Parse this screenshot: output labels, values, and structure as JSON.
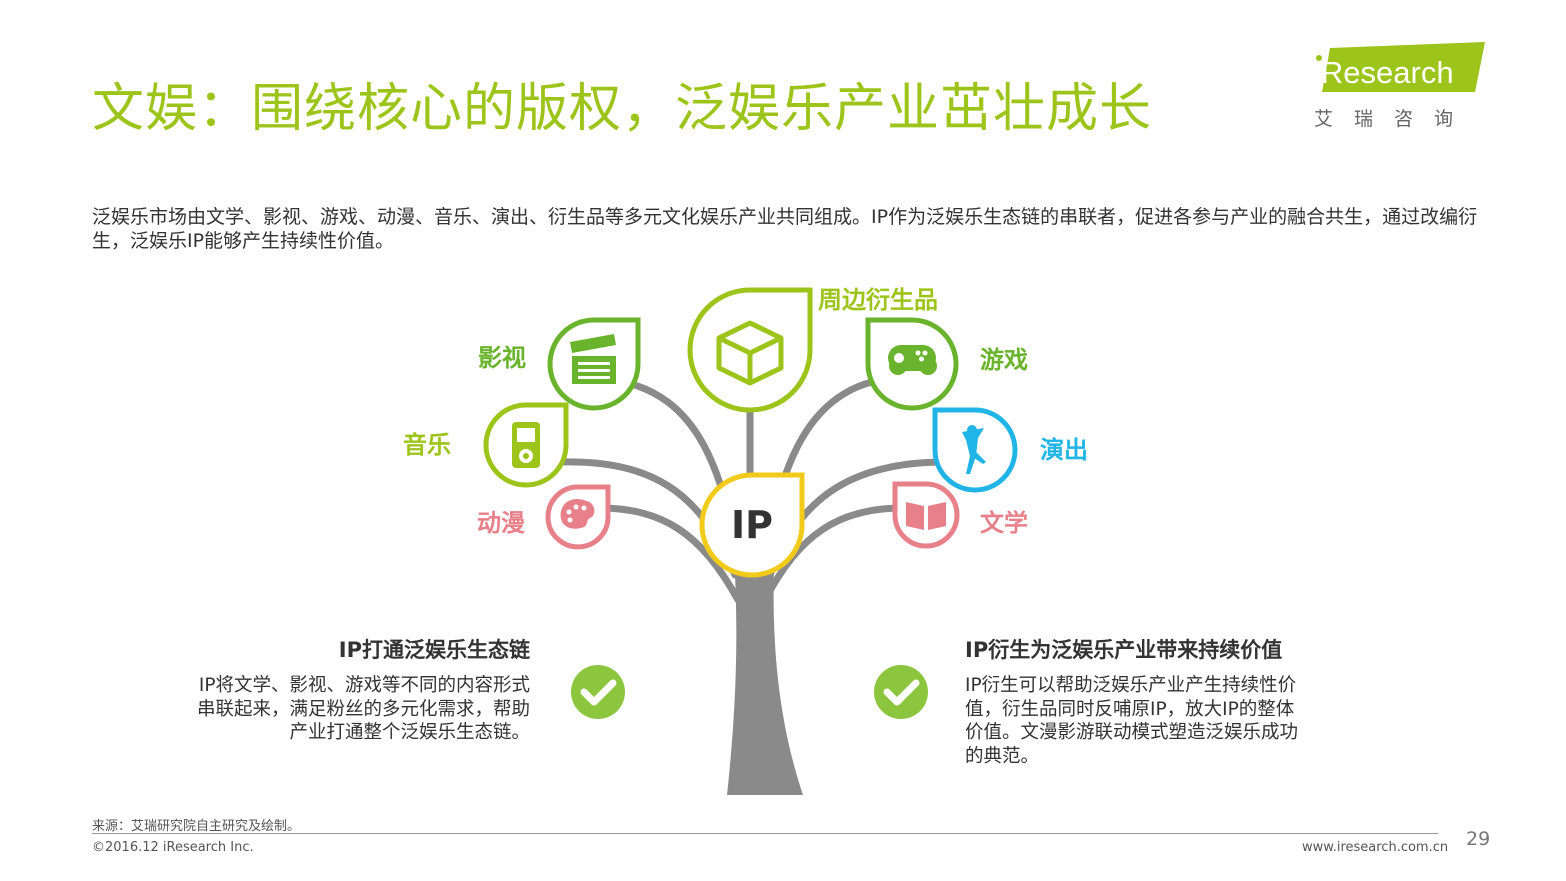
{
  "title": "文娱：围绕核心的版权，泛娱乐产业茁壮成长",
  "logo": {
    "brand": "iResearch",
    "cn": "艾瑞咨询"
  },
  "intro": "泛娱乐市场由文学、影视、游戏、动漫、音乐、演出、衍生品等多元文化娱乐产业共同组成。IP作为泛娱乐生态链的串联者，促进各参与产业的融合共生，通过改编衍生，泛娱乐IP能够产生持续性价值。",
  "core": "IP",
  "nodes": {
    "film": "影视",
    "merch": "周边衍生品",
    "game": "游戏",
    "music": "音乐",
    "show": "演出",
    "anime": "动漫",
    "literature": "文学"
  },
  "left_block": {
    "title": "IP打通泛娱乐生态链",
    "lines": [
      "IP将文学、影视、游戏等不同的内容形式",
      "串联起来，满足粉丝的多元化需求，帮助",
      "产业打通整个泛娱乐生态链。"
    ]
  },
  "right_block": {
    "title": "IP衍生为泛娱乐产业带来持续价值",
    "lines": [
      "IP衍生可以帮助泛娱乐产业产生持续性价",
      "值，衍生品同时反哺原IP，放大IP的整体",
      "价值。文漫影游联动模式塑造泛娱乐成功",
      "的典范。"
    ]
  },
  "source": "来源：艾瑞研究院自主研究及绘制。",
  "copyright": "©2016.12 iResearch Inc.",
  "website": "www.iresearch.com.cn",
  "page_number": "29",
  "colors": {
    "lime": "#9dc41a",
    "green": "#6ab42d",
    "cyan": "#20b5e6",
    "pink": "#e8808a",
    "yellow": "#f2cb1a",
    "trunk": "#8a8a8a",
    "check": "#8cc63f"
  }
}
